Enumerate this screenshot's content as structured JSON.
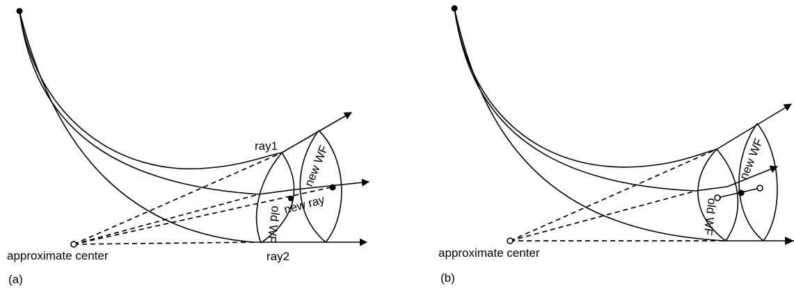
{
  "panel_a": {
    "ray1": "ray1",
    "ray2": "ray2",
    "new_ray": "new ray",
    "new_wf": "new WF",
    "old_wf": "old WF",
    "center": "approximate center",
    "tag": "(a)"
  },
  "panel_b": {
    "new_wf": "new WF",
    "old_wf": "old WF",
    "center": "approximate center",
    "tag": "(b)"
  }
}
